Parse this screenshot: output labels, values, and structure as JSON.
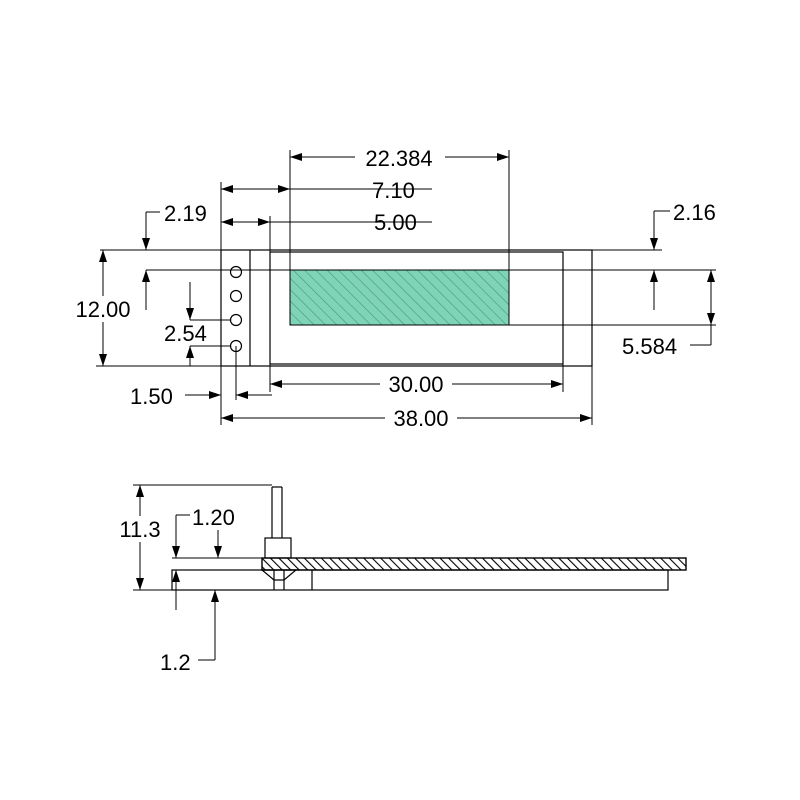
{
  "colors": {
    "line": "#000000",
    "active_area_fill": "#7fd4b8",
    "hatch": "#4a9a80",
    "background": "#ffffff"
  },
  "top_view": {
    "dims": {
      "active_width": "22.384",
      "active_offset_x": "7.10",
      "viewing_offset_x": "5.00",
      "left_margin": "2.19",
      "right_margin": "2.16",
      "total_height": "12.00",
      "pin_pitch": "2.54",
      "pin_offset_x": "1.50",
      "viewing_width": "30.00",
      "total_width": "38.00",
      "active_height": "5.584"
    },
    "pin_count": 4
  },
  "side_view": {
    "dims": {
      "total_height": "11.3",
      "pcb_thickness": "1.20",
      "glass_thickness": "1.2"
    }
  }
}
